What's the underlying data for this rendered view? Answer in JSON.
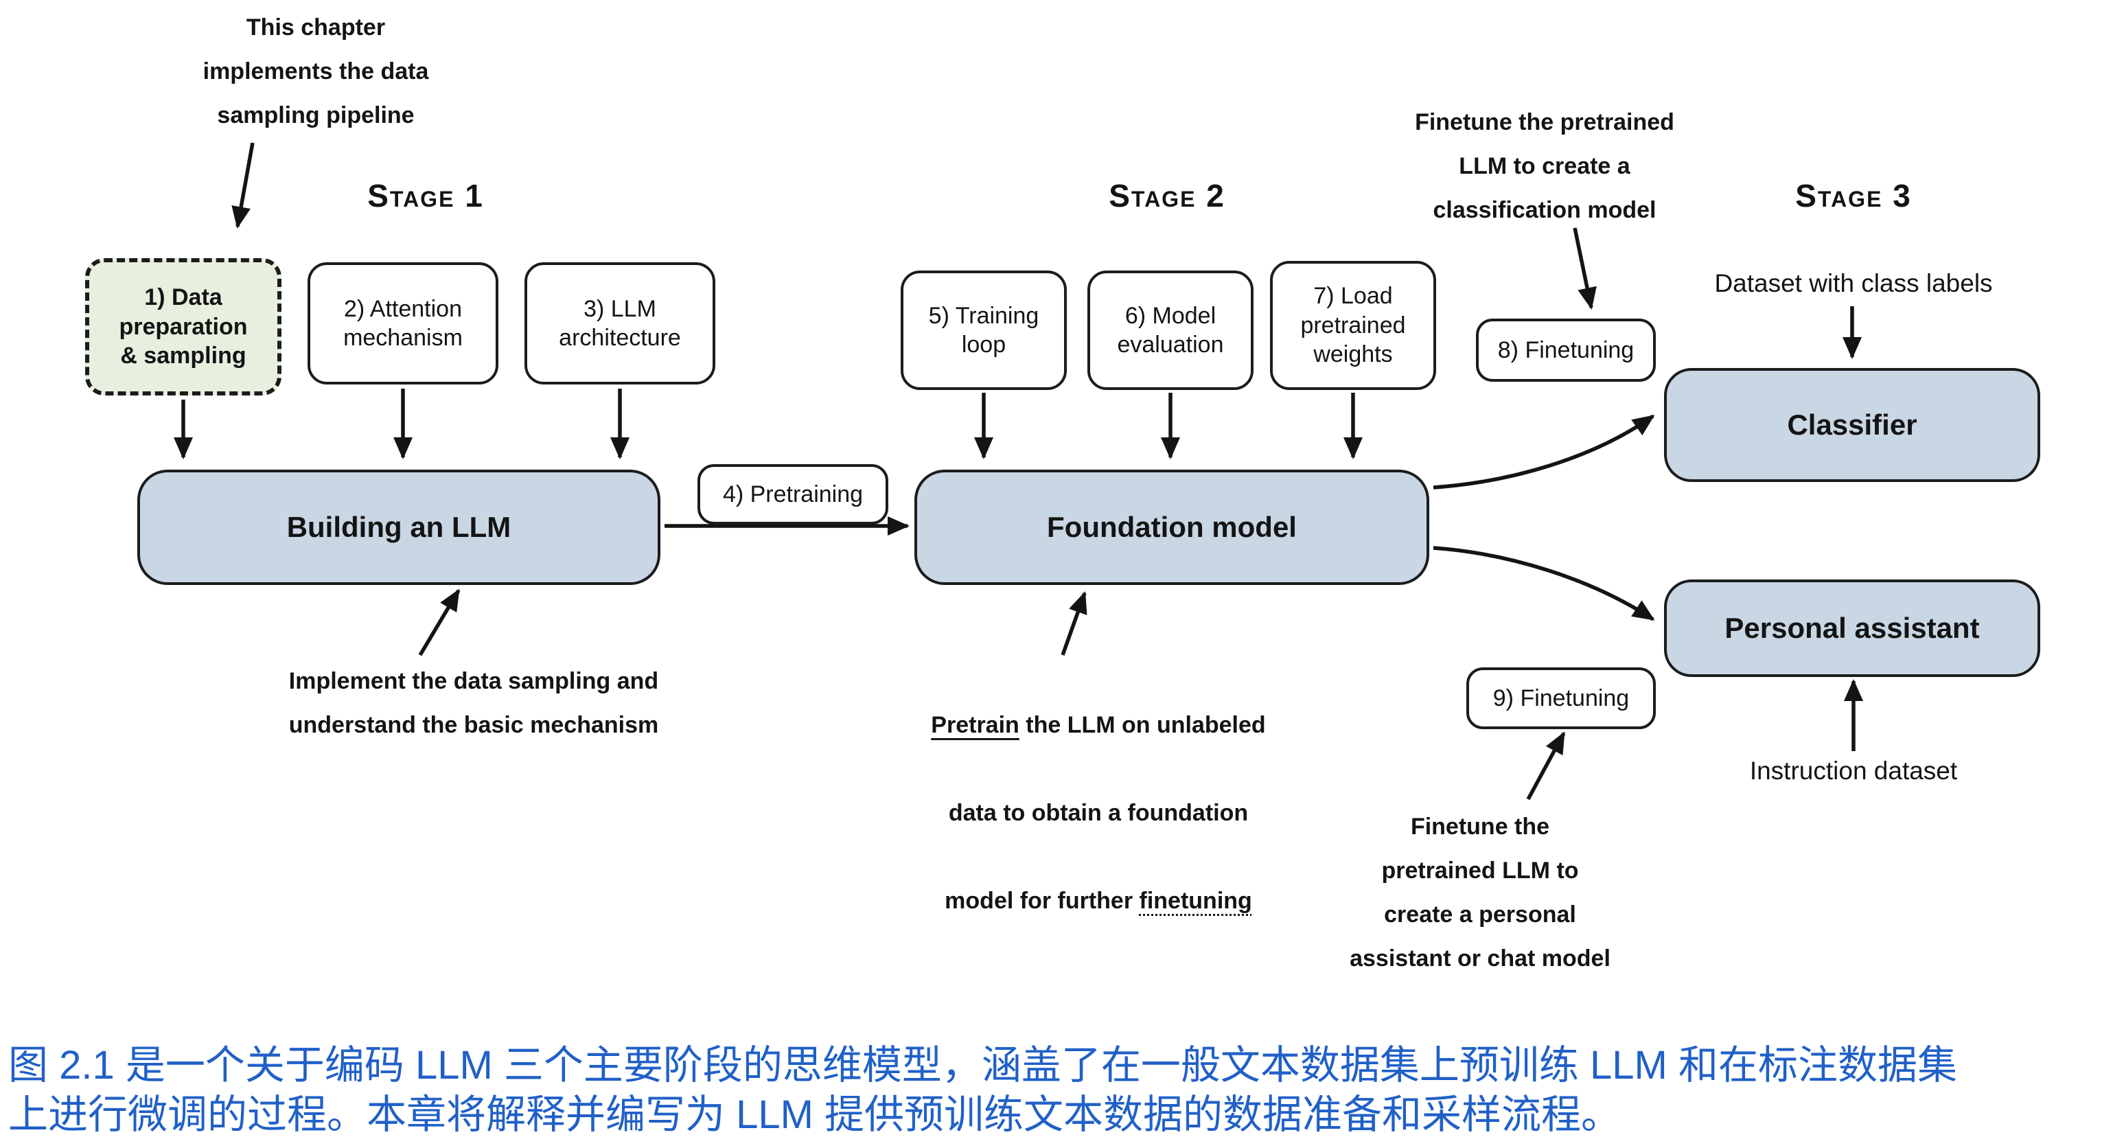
{
  "colors": {
    "main_box_fill": "#c9d6e4",
    "data_prep_box_fill": "#e7efdf",
    "caption_text": "#2060c8",
    "ink": "#141414"
  },
  "stage1": {
    "header": "Stage 1",
    "boxes": {
      "data_prep": "1) Data\npreparation\n& sampling",
      "attention": "2) Attention\nmechanism",
      "architecture": "3) LLM\narchitecture"
    },
    "main_box": "Building an LLM"
  },
  "transition": {
    "pretraining": "4) Pretraining"
  },
  "stage2": {
    "header": "Stage 2",
    "boxes": {
      "training_loop": "5) Training\nloop",
      "model_eval": "6) Model\nevaluation",
      "load_weights": "7) Load\npretrained\nweights"
    },
    "main_box": "Foundation model"
  },
  "stage3": {
    "header": "Stage 3",
    "finetuning_classifier": "8) Finetuning",
    "finetuning_assistant": "9) Finetuning",
    "classifier_box": "Classifier",
    "assistant_box": "Personal assistant",
    "dataset_class_labels": "Dataset with class labels",
    "instruction_dataset": "Instruction dataset"
  },
  "annotations": {
    "chapter_note": "This chapter\nimplements the data\nsampling pipeline",
    "implement_note": "Implement the data sampling and\nunderstand the basic mechanism",
    "pretrain_note": {
      "line1_word": "Pretrain",
      "line1_rest": " the LLM on unlabeled",
      "line2": "data to obtain a foundation",
      "line3_pre": "model for further ",
      "line3_word": "finetuning"
    },
    "classification_note": "Finetune the pretrained\nLLM to create a\nclassification model",
    "assistant_note": "Finetune the\npretrained LLM to\ncreate a personal\nassistant or chat model"
  },
  "caption": "图 2.1 是一个关于编码 LLM 三个主要阶段的思维模型，涵盖了在一般文本数据集上预训练 LLM 和在标注数据集\n上进行微调的过程。本章将解释并编写为 LLM 提供预训练文本数据的数据准备和采样流程。"
}
